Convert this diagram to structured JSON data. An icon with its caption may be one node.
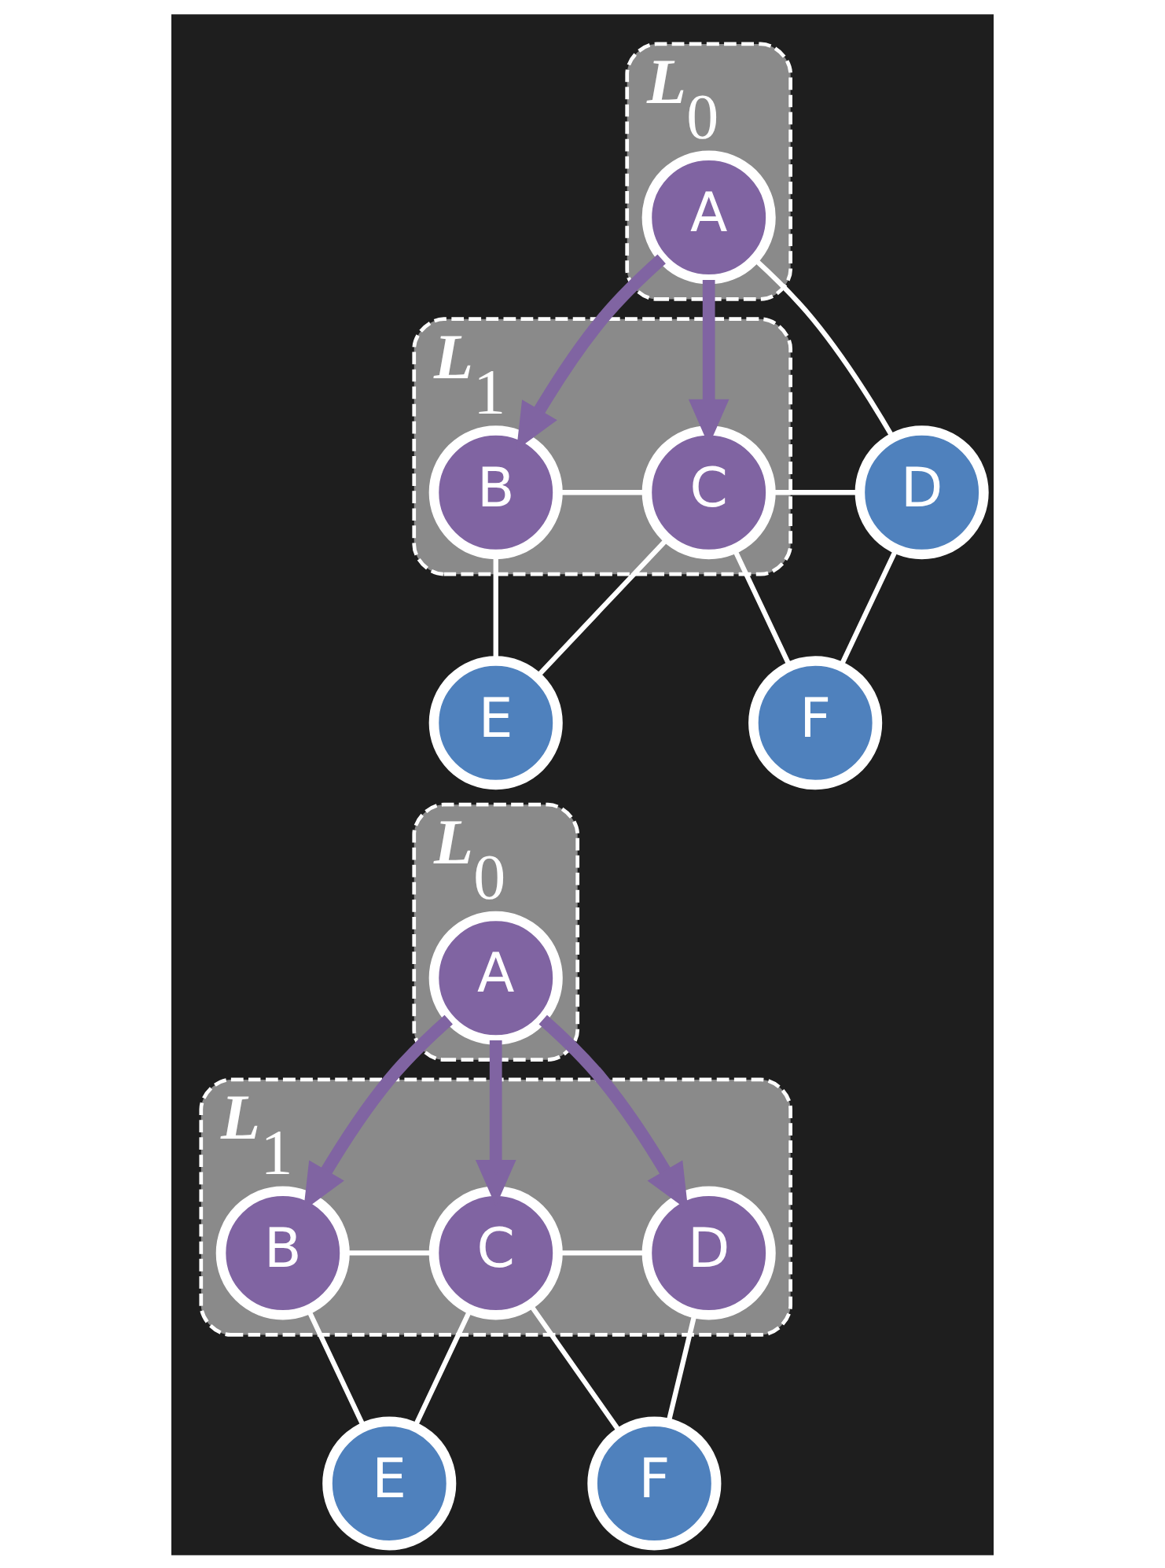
{
  "diagram": {
    "nodes": [
      {
        "text": [
          "L$_{0}$"
        ]
      },
      {
        "text": [
          "A"
        ],
        "in": 0
      },
      {
        "text": [
          "L$_{1}$"
        ]
      },
      {
        "text": [
          "B"
        ],
        "in": 2
      },
      {
        "text": [
          "C"
        ],
        "in": 2
      },
      {
        "text": [
          "D"
        ]
      },
      {
        "text": [
          "E"
        ]
      },
      {
        "text": [
          "F"
        ]
      },
      {
        "text": [
          "L$_{0}$"
        ]
      },
      {
        "text": [
          "A"
        ],
        "in": 8
      },
      {
        "text": [
          "L$_{1}$"
        ]
      },
      {
        "text": [
          "B"
        ],
        "in": 10
      },
      {
        "text": [
          "C"
        ],
        "in": 10
      },
      {
        "text": [
          "D"
        ],
        "in": 10
      },
      {
        "text": [
          "E"
        ]
      },
      {
        "text": [
          "F"
        ]
      }
    ],
    "edges": [
      {
        "from": 1,
        "to": 3,
        "arrow": "to",
        "style": "thick",
        "color": "#8064a2"
      },
      {
        "from": 1,
        "to": 4,
        "arrow": "to",
        "style": "thick",
        "color": "#8064a2"
      },
      {
        "from": 1,
        "to": 5,
        "arrow": "none"
      },
      {
        "from": 3,
        "to": 4,
        "arrow": "none"
      },
      {
        "from": 4,
        "to": 5,
        "arrow": "none"
      },
      {
        "from": 3,
        "to": 6,
        "arrow": "none"
      },
      {
        "from": 4,
        "to": 6,
        "arrow": "none"
      },
      {
        "from": 4,
        "to": 7,
        "arrow": "none"
      },
      {
        "from": 5,
        "to": 7,
        "arrow": "none"
      },
      {
        "from": 9,
        "to": 11,
        "arrow": "to",
        "style": "thick",
        "color": "#8064a2"
      },
      {
        "from": 9,
        "to": 12,
        "arrow": "to",
        "style": "thick",
        "color": "#8064a2"
      },
      {
        "from": 9,
        "to": 13,
        "arrow": "to",
        "style": "thick",
        "color": "#8064a2"
      },
      {
        "from": 11,
        "to": 12,
        "arrow": "none"
      },
      {
        "from": 12,
        "to": 13,
        "arrow": "none"
      },
      {
        "from": 11,
        "to": 14,
        "arrow": "none"
      },
      {
        "from": 12,
        "to": 14,
        "arrow": "none"
      },
      {
        "from": 12,
        "to": 15,
        "arrow": "none"
      },
      {
        "from": 13,
        "to": 15,
        "arrow": "none"
      }
    ]
  }
}
